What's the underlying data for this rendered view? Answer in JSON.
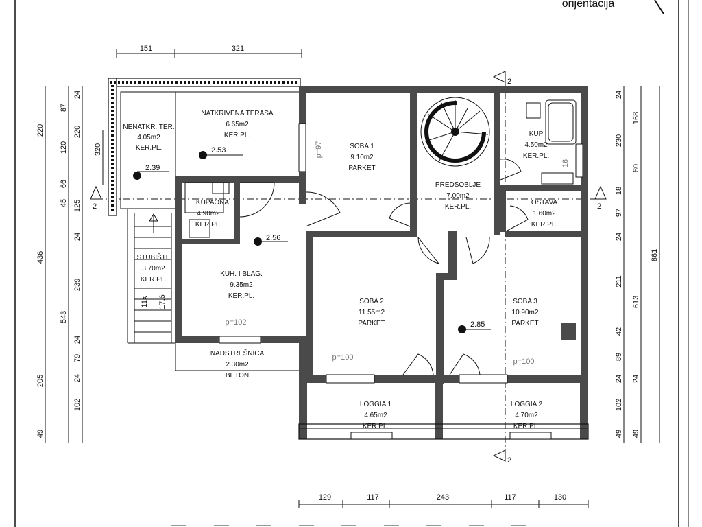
{
  "header": {
    "orientation_label": "orijentacija"
  },
  "section_marks": {
    "top": "2",
    "bottom": "2",
    "left": "2",
    "right": "2"
  },
  "rooms": [
    {
      "id": "nenatkr-ter",
      "name": "NENATKR. TER.",
      "area": "4.05m2",
      "floor": "KER.PL."
    },
    {
      "id": "natkrivena-terasa",
      "name": "NATKRIVENA TERASA",
      "area": "6.65m2",
      "floor": "KER.PL."
    },
    {
      "id": "soba-1",
      "name": "SOBA 1",
      "area": "9.10m2",
      "floor": "PARKET"
    },
    {
      "id": "predsoblje",
      "name": "PREDSOBLJE",
      "area": "7.00m2",
      "floor": "KER.PL."
    },
    {
      "id": "kup",
      "name": "KUP",
      "area": "4.50m2",
      "floor": "KER.PL."
    },
    {
      "id": "ostava",
      "name": "OSTAVA",
      "area": "1.60m2",
      "floor": "KER.PL."
    },
    {
      "id": "kupaona",
      "name": "KUPAONA",
      "area": "4.90m2",
      "floor": "KER.PL."
    },
    {
      "id": "stubiste",
      "name": "STUBIŠTE",
      "area": "3.70m2",
      "floor": "KER.PL."
    },
    {
      "id": "kuh-blag",
      "name": "KUH. I BLAG.",
      "area": "9.35m2",
      "floor": "KER.PL."
    },
    {
      "id": "soba-2",
      "name": "SOBA 2",
      "area": "11.55m2",
      "floor": "PARKET"
    },
    {
      "id": "soba-3",
      "name": "SOBA 3",
      "area": "10.90m2",
      "floor": "PARKET"
    },
    {
      "id": "nadstresnica",
      "name": "NADSTREŠNICA",
      "area": "2.30m2",
      "floor": "BETON"
    },
    {
      "id": "loggia-1",
      "name": "LOGGIA 1",
      "area": "4.65m2",
      "floor": "KER.PL."
    },
    {
      "id": "loggia-2",
      "name": "LOGGIA 2",
      "area": "4.70m2",
      "floor": "KER.PL."
    }
  ],
  "levels": [
    "2.39",
    "2.53",
    "2.56",
    "2.85"
  ],
  "parapets": [
    "p=97",
    "p=102",
    "p=100",
    "p=100"
  ],
  "stair": {
    "steps": "11x",
    "riser": "17.6",
    "bath_note": "16"
  },
  "dims_top": [
    "151",
    "321"
  ],
  "dims_bottom": [
    "129",
    "117",
    "243",
    "117",
    "130"
  ],
  "dims_left_outer": [
    "220",
    "436",
    "205",
    "49"
  ],
  "dims_left_mid": [
    "320"
  ],
  "dims_left_inner": [
    "87",
    "120",
    "66",
    "45",
    "125",
    "24",
    "239",
    "543",
    "24",
    "79",
    "24",
    "102",
    "24",
    "220"
  ],
  "dims_right_inner": [
    "24",
    "230",
    "18",
    "97",
    "24",
    "211",
    "42",
    "89",
    "24",
    "102",
    "49"
  ],
  "dims_right_mid": [
    "168",
    "80",
    "613",
    "24",
    "49"
  ],
  "dims_right_outer": [
    "861"
  ]
}
